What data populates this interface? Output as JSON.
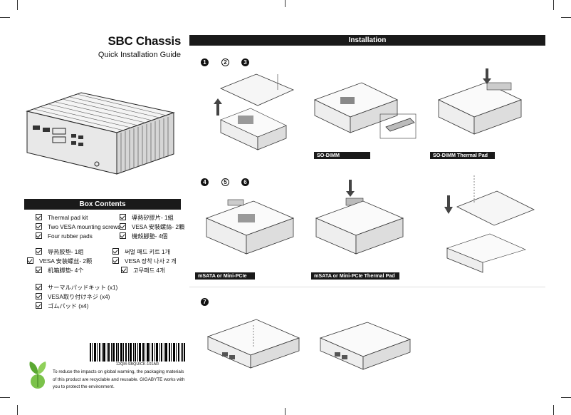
{
  "header": {
    "title": "SBC Chassis",
    "subtitle": "Quick Installation Guide"
  },
  "installation": {
    "heading": "Installation",
    "step_numbers": [
      "1",
      "2",
      "3",
      "4",
      "5",
      "6",
      "7"
    ],
    "labels": {
      "so_dimm": "SO-DIMM",
      "so_dimm_pad": "SO-DIMM Thermal Pad",
      "msata": "mSATA or Mini-PCIe",
      "msata_pad": "mSATA or Mini-PCIe Thermal Pad"
    }
  },
  "box_contents": {
    "heading": "Box Contents",
    "english": [
      "Thermal pad kit",
      "Two VESA mounting screws",
      "Four rubber pads"
    ],
    "traditional_chinese": [
      "導熱矽膠片- 1組",
      "VESA 安裝螺絲- 2顆",
      "機殼腳墊- 4個"
    ],
    "simplified_chinese": [
      "导热胶垫- 1组",
      "VESA 安装螺丝- 2颗",
      "机箱脚垫- 4个"
    ],
    "korean": [
      "써멀 패드 키트 1개",
      "VESA 장착 나사 2 개",
      "고무패드 4개"
    ],
    "japanese": [
      "サーマルパッドキット (x1)",
      "VESA取り付けネジ (x4)",
      "ゴムパッド (x4)"
    ]
  },
  "footer": {
    "barcode_text": "12QM-SBQUICK-101AR",
    "eco_text": "To reduce the impacts on global warming, the packaging materials of this product are recyclable and reusable. GIGABYTE works with you to protect the environment."
  },
  "colors": {
    "dark_bar": "#1a1a1a",
    "leaf_green": "#5aa832"
  }
}
